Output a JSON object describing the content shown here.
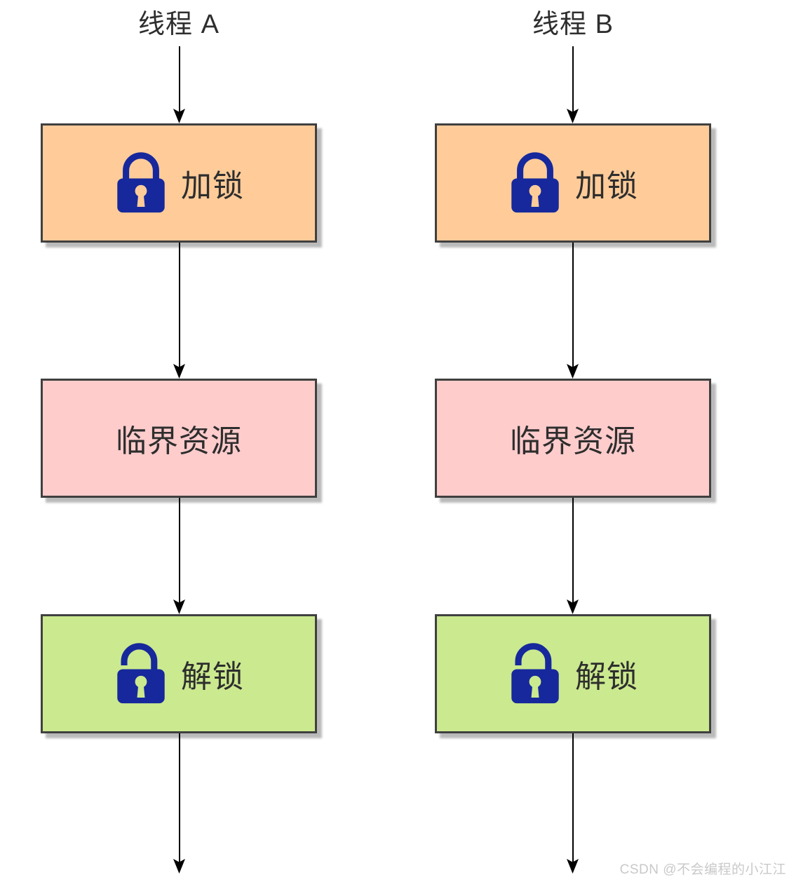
{
  "columns": [
    {
      "title": "线程 A",
      "boxes": [
        {
          "label": "加锁",
          "icon": "lock-closed-icon"
        },
        {
          "label": "临界资源",
          "icon": ""
        },
        {
          "label": "解锁",
          "icon": "lock-open-icon"
        }
      ]
    },
    {
      "title": "线程 B",
      "boxes": [
        {
          "label": "加锁",
          "icon": "lock-closed-icon"
        },
        {
          "label": "临界资源",
          "icon": ""
        },
        {
          "label": "解锁",
          "icon": "lock-open-icon"
        }
      ]
    }
  ],
  "watermark": "CSDN @不会编程的小江江",
  "colors": {
    "lock_blue": "#16289C",
    "fill_lock": "#FFCC99",
    "fill_resource": "#FFCCCC",
    "fill_unlock": "#CBE98F",
    "box_border": "#404040",
    "arrow": "#000000",
    "label_text": "#2E2E2E",
    "watermark_text": "#C9C9C9"
  }
}
